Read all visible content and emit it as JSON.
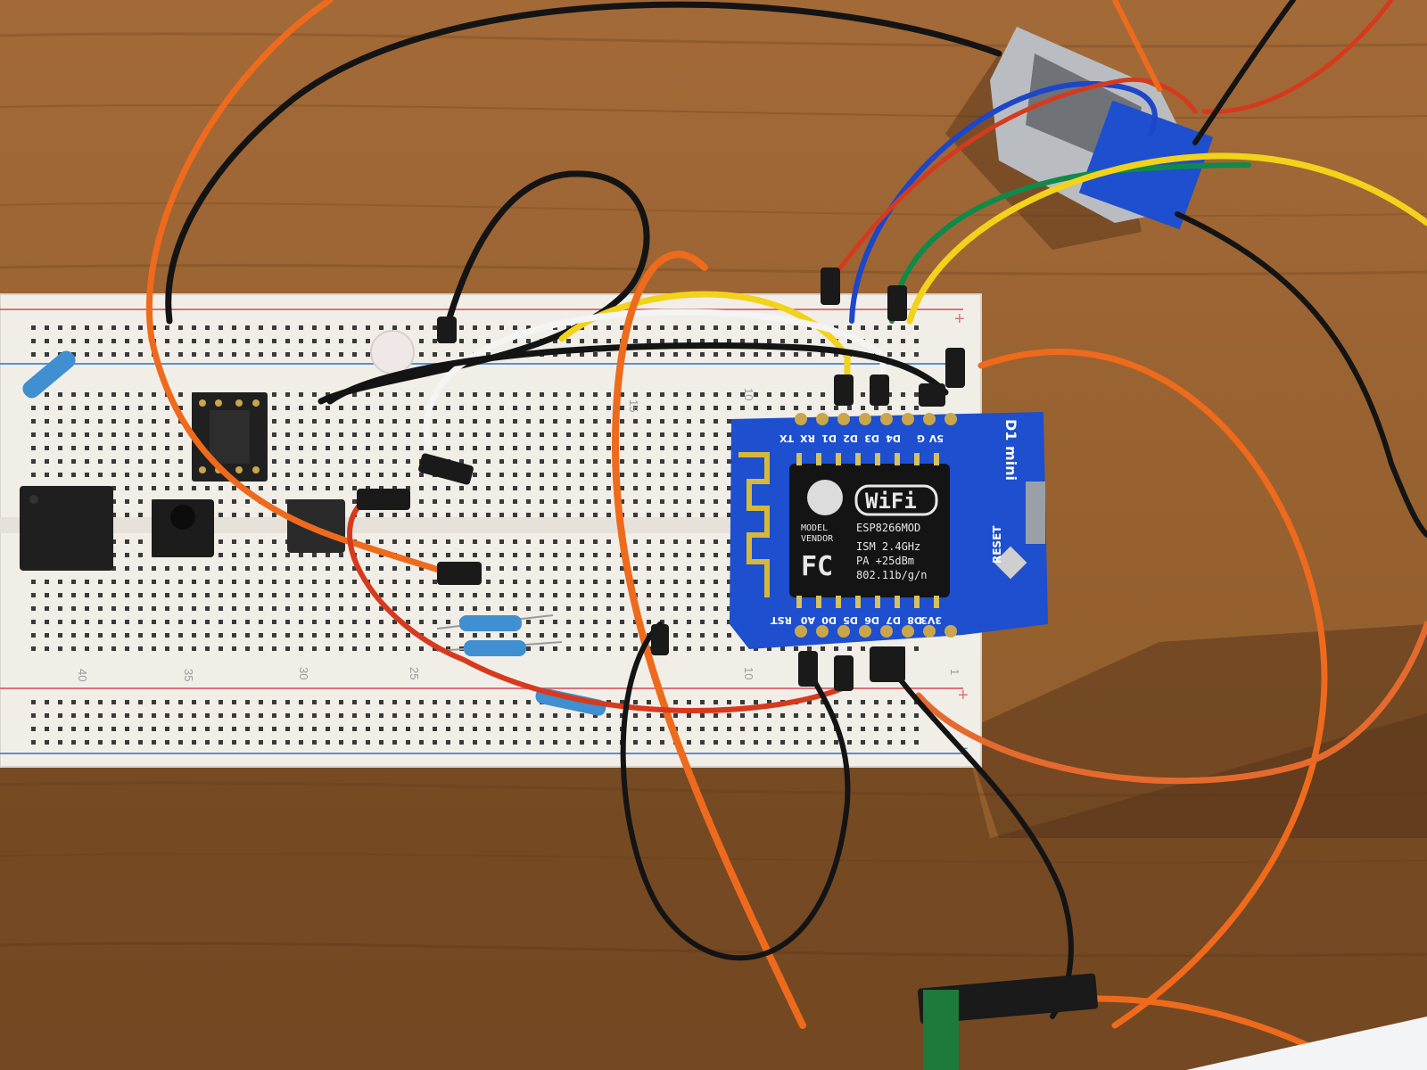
{
  "colors": {
    "table": "#9b6536",
    "table_dark": "#5e3a1c",
    "breadboard": "#f1eee8",
    "rail_red": "#d9747a",
    "rail_blue": "#5b8fd0",
    "pcb_blue": "#1d4fcf",
    "wire_orange": "#ee6a1c",
    "wire_red": "#d63a1e",
    "wire_black": "#141414",
    "wire_blue": "#1e46c8",
    "wire_green": "#0f8a4a",
    "wire_yellow": "#f2d21a",
    "wire_white": "#f4f4f4"
  },
  "breadboard": {
    "column_numbers_top": [
      "15",
      "10"
    ],
    "column_numbers_bottom": [
      "40",
      "35",
      "30",
      "25",
      "10",
      "1"
    ],
    "rail_signs": [
      "+",
      "−",
      "+",
      "−"
    ]
  },
  "board": {
    "top_pins": [
      "TX",
      "RX",
      "D1",
      "D2",
      "D3",
      "D4",
      "G",
      "5V"
    ],
    "bottom_pins": [
      "RST",
      "A0",
      "D0",
      "D5",
      "D6",
      "D7",
      "D8",
      "3V3"
    ],
    "name": "D1 mini",
    "reset_label": "RESET"
  },
  "module": {
    "wifi_logo": "WiFi",
    "model_label": "MODEL",
    "vendor_label": "VENDOR",
    "model": "ESP8266MOD",
    "fcc_mark": "FC",
    "spec_lines": [
      "ISM 2.4GHz",
      "PA  +25dBm",
      "802.11b/g/n"
    ]
  }
}
